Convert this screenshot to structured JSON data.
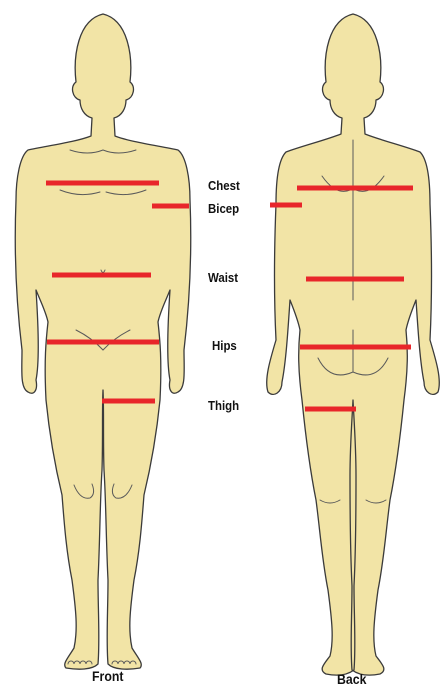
{
  "labels": {
    "chest": "Chest",
    "bicep": "Bicep",
    "waist": "Waist",
    "hips": "Hips",
    "thigh": "Thigh"
  },
  "captions": {
    "front": "Front",
    "back": "Back"
  },
  "colors": {
    "skin": "#f2e4a6",
    "outline": "#3b3b3b",
    "measurement_line": "#e8262a"
  }
}
